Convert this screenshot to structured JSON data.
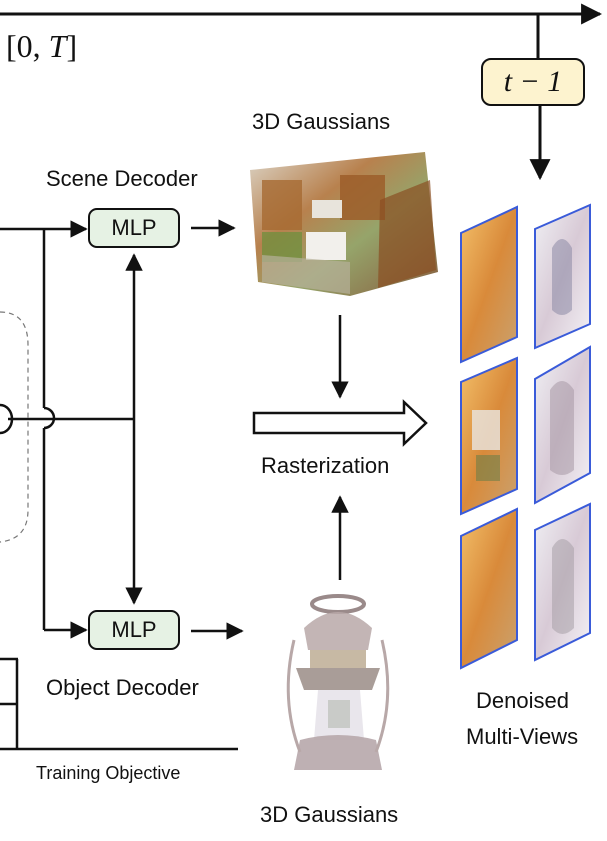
{
  "time_range": {
    "open": "[0,",
    "var": "T",
    "close": "]"
  },
  "timestep_label": "t − 1",
  "scene_branch": {
    "decoder_label": "Scene Decoder",
    "mlp_label": "MLP",
    "output_label": "3D Gaussians"
  },
  "object_branch": {
    "decoder_label": "Object Decoder",
    "mlp_label": "MLP",
    "output_label": "3D Gaussians"
  },
  "rasterization_label": "Rasterization",
  "output": {
    "label_line1": "Denoised",
    "label_line2": "Multi-Views"
  },
  "training_objective_label": "Training Objective",
  "colors": {
    "mlp_fill": "#e6f2e4",
    "timestep_fill": "#fdf3cf",
    "view_frame": "#3a5bd9",
    "line": "#111111"
  },
  "icons": [
    "scene-gaussians-icon",
    "lantern-gaussians-icon",
    "denoised-view-icon"
  ]
}
